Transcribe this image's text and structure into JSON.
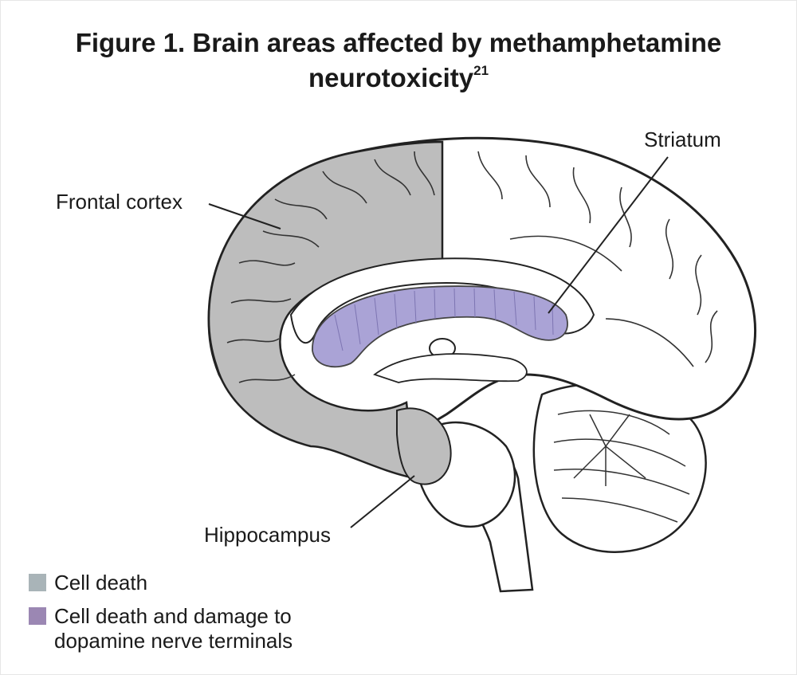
{
  "title": {
    "line1": "Figure 1.  Brain areas affected by methamphetamine",
    "line2": "neurotoxicity",
    "superscript": "21"
  },
  "labels": {
    "frontal_cortex": "Frontal cortex",
    "striatum": "Striatum",
    "hippocampus": "Hippocampus"
  },
  "legend": [
    {
      "color": "#a9b4b8",
      "line1": "Cell death",
      "line2": ""
    },
    {
      "color": "#9b87b3",
      "line1": "Cell death and damage to",
      "line2": "dopamine nerve terminals"
    }
  ],
  "colors": {
    "cell_death": "#bdbdbd",
    "dopamine_damage": "#aaa3d6",
    "outline": "#222222"
  }
}
